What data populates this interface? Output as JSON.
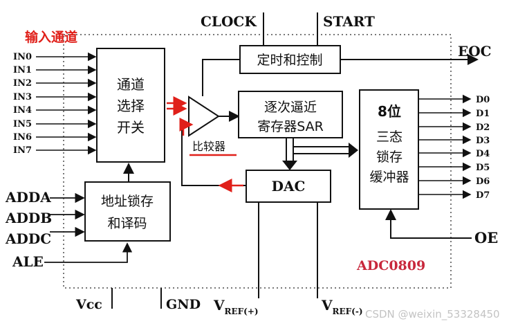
{
  "annotation": {
    "label": "输入通道",
    "color": "#e0201a"
  },
  "top_signals": {
    "clock": "CLOCK",
    "start": "START"
  },
  "inputs": [
    "IN0",
    "IN1",
    "IN2",
    "IN3",
    "IN4",
    "IN5",
    "IN6",
    "IN7"
  ],
  "address_pins": [
    "ADDA",
    "ADDB",
    "ADDC",
    "ALE"
  ],
  "blocks": {
    "mux": [
      "通道",
      "选择",
      "开关"
    ],
    "addr_latch": [
      "地址锁存",
      "和译码"
    ],
    "timing": "定时和控制",
    "sar": [
      "逐次逼近",
      "寄存器SAR"
    ],
    "comparator": "比较器",
    "dac": "DAC",
    "output_latch": [
      "8位",
      "三态",
      "锁存",
      "缓冲器"
    ]
  },
  "eoc": "EOC",
  "outputs": [
    "D0",
    "D1",
    "D2",
    "D3",
    "D4",
    "D5",
    "D6",
    "D7"
  ],
  "oe": "OE",
  "chip_name": "ADC0809",
  "bottom_pins": {
    "vcc": "Vcc",
    "gnd": "GND",
    "vref_plus": {
      "main": "V",
      "sub": "REF(+)"
    },
    "vref_minus": {
      "main": "V",
      "sub": "REF(-)"
    }
  },
  "watermark": "CSDN @weixin_53328450",
  "colors": {
    "line": "#111111",
    "accent_red": "#e0201a",
    "chip_label": "#c8283c",
    "dotted": "#777777"
  }
}
